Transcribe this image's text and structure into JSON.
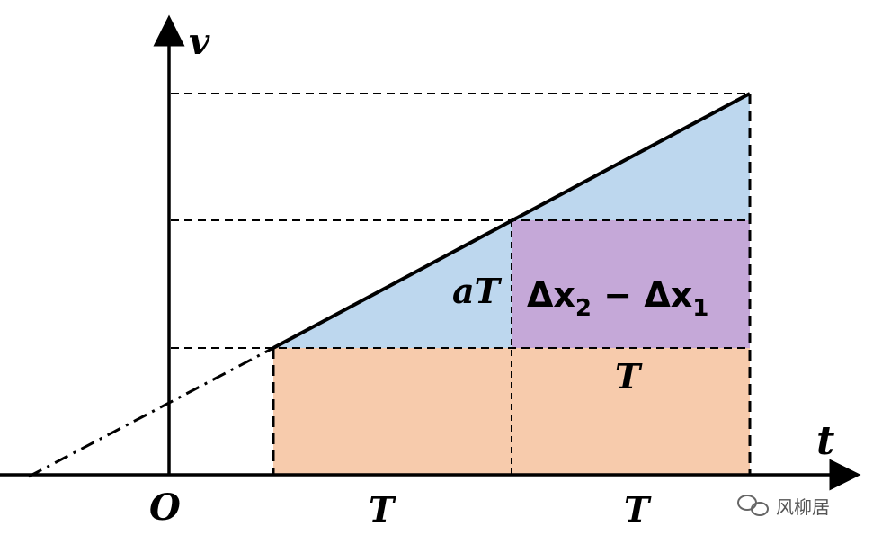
{
  "axes": {
    "x_label": "t",
    "y_label": "v",
    "origin_label": "O"
  },
  "labels": {
    "interval_1": "T",
    "interval_2": "T",
    "rect_width": "T",
    "rise": "aT",
    "delta": {
      "a": "Δx",
      "sub1": "2",
      "op": " − ",
      "b": "Δx",
      "sub2": "1"
    }
  },
  "colors": {
    "orange_region": "#f7cbac",
    "blue_region": "#bdd7ee",
    "purple_region": "#c5a8d8",
    "line": "#000000"
  },
  "watermark": {
    "text": "风柳居"
  }
}
